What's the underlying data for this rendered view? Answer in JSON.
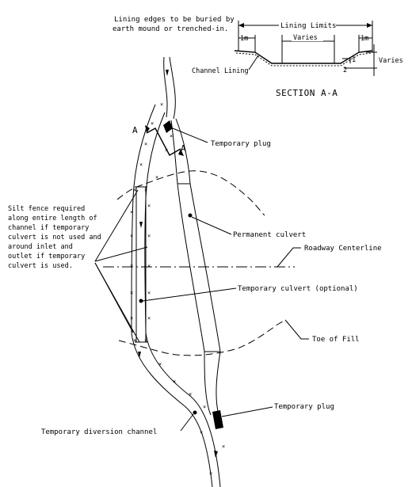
{
  "section": {
    "note_line1": "Lining edges to be buried by",
    "note_line2": "earth mound or trenched-in.",
    "lining_limits": "Lining Limits",
    "dim_left": "1m",
    "dim_right": "1m",
    "varies_width": "Varies",
    "varies_depth": "Varies",
    "slope_1": "1",
    "slope_2": "2",
    "channel_lining": "Channel Lining",
    "title": "SECTION A-A"
  },
  "callouts": {
    "section_mark_left": "A",
    "section_mark_right": "A",
    "temp_plug_top": "Temporary plug",
    "permanent_culvert": "Permanent culvert",
    "roadway_centerline": "Roadway Centerline",
    "temporary_culvert": "Temporary culvert (optional)",
    "toe_of_fill": "Toe of Fill",
    "temp_plug_bottom": "Temporary plug",
    "diversion_channel": "Temporary diversion channel"
  },
  "silt_fence_note": [
    "Silt fence required",
    "along entire length of",
    "channel if temporary",
    "culvert is not used and",
    "around inlet and",
    "outlet if temporary",
    "culvert is used."
  ]
}
